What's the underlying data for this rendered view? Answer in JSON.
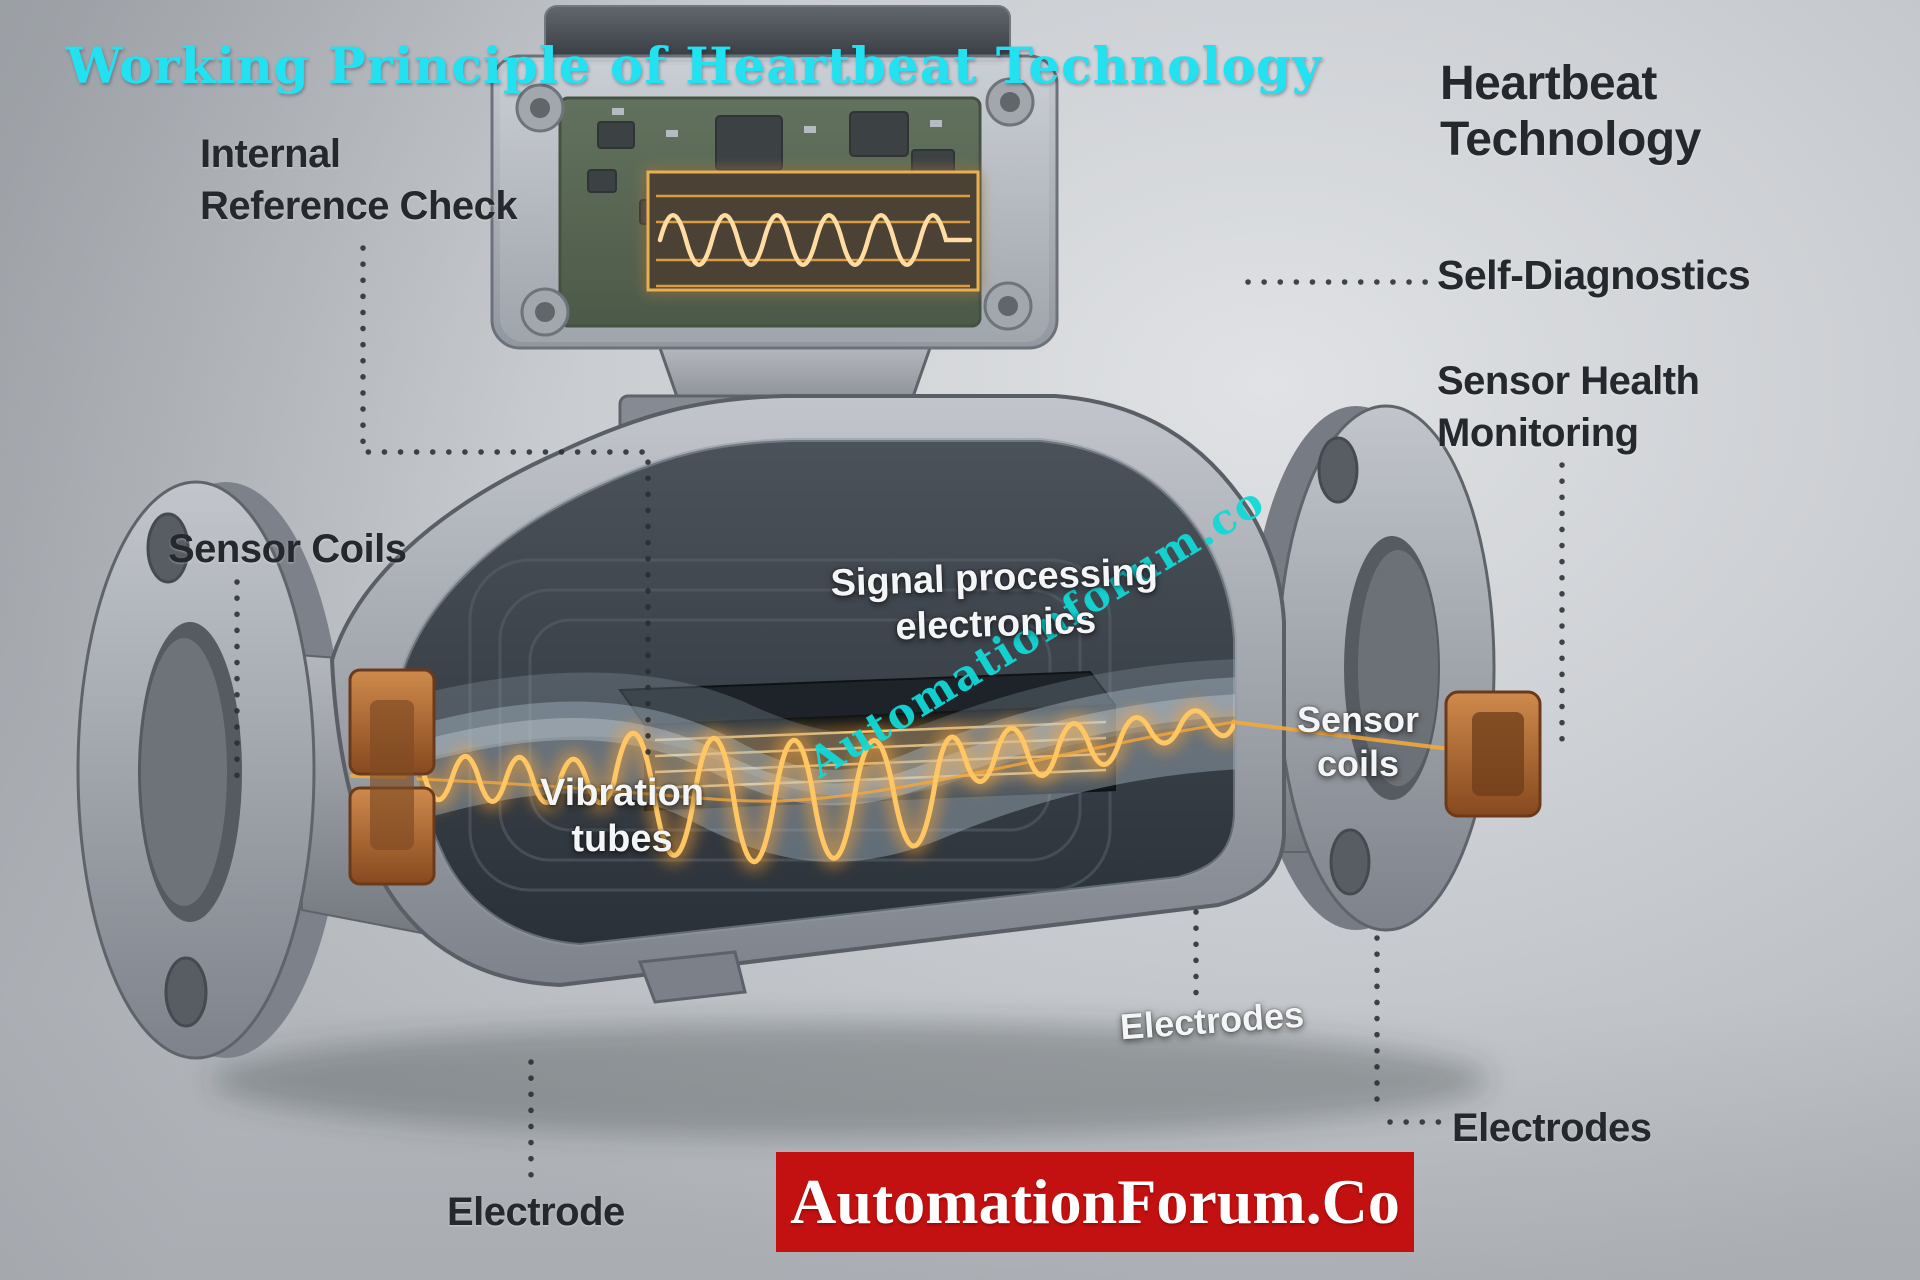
{
  "title": "Working Principle of Heartbeat Technology",
  "heading": "Heartbeat\nTechnology",
  "callouts": {
    "internal_reference_check": "Internal\nReference Check",
    "self_diagnostics": "Self-Diagnostics",
    "sensor_health_monitoring": "Sensor Health\nMonitoring",
    "sensor_coils_left": "Sensor Coils",
    "signal_processing_electronics": "Signal processing\nelectronics",
    "sensor_coils_right": "Sensor\ncoils",
    "vibration_tubes": "Vibration\ntubes",
    "electrodes_center": "Electrodes",
    "electrodes_right": "Electrodes",
    "electrode_bottom_left": "Electrode"
  },
  "watermark": "Automationforum.co",
  "footer_banner": "AutomationForum.Co",
  "colors": {
    "title_cyan": "#22e2f2",
    "label_dark": "#25282d",
    "label_white": "#f3f5f7",
    "banner_red": "#c31010",
    "banner_text": "#ffffff",
    "watermark_cyan": "#12d8d6",
    "waveform_orange": "#ffb648",
    "copper_electrode": "#b06a38",
    "pcb_green": "#46553f",
    "housing_metal": "#9aa0a8",
    "interior_dark": "#343b42"
  }
}
